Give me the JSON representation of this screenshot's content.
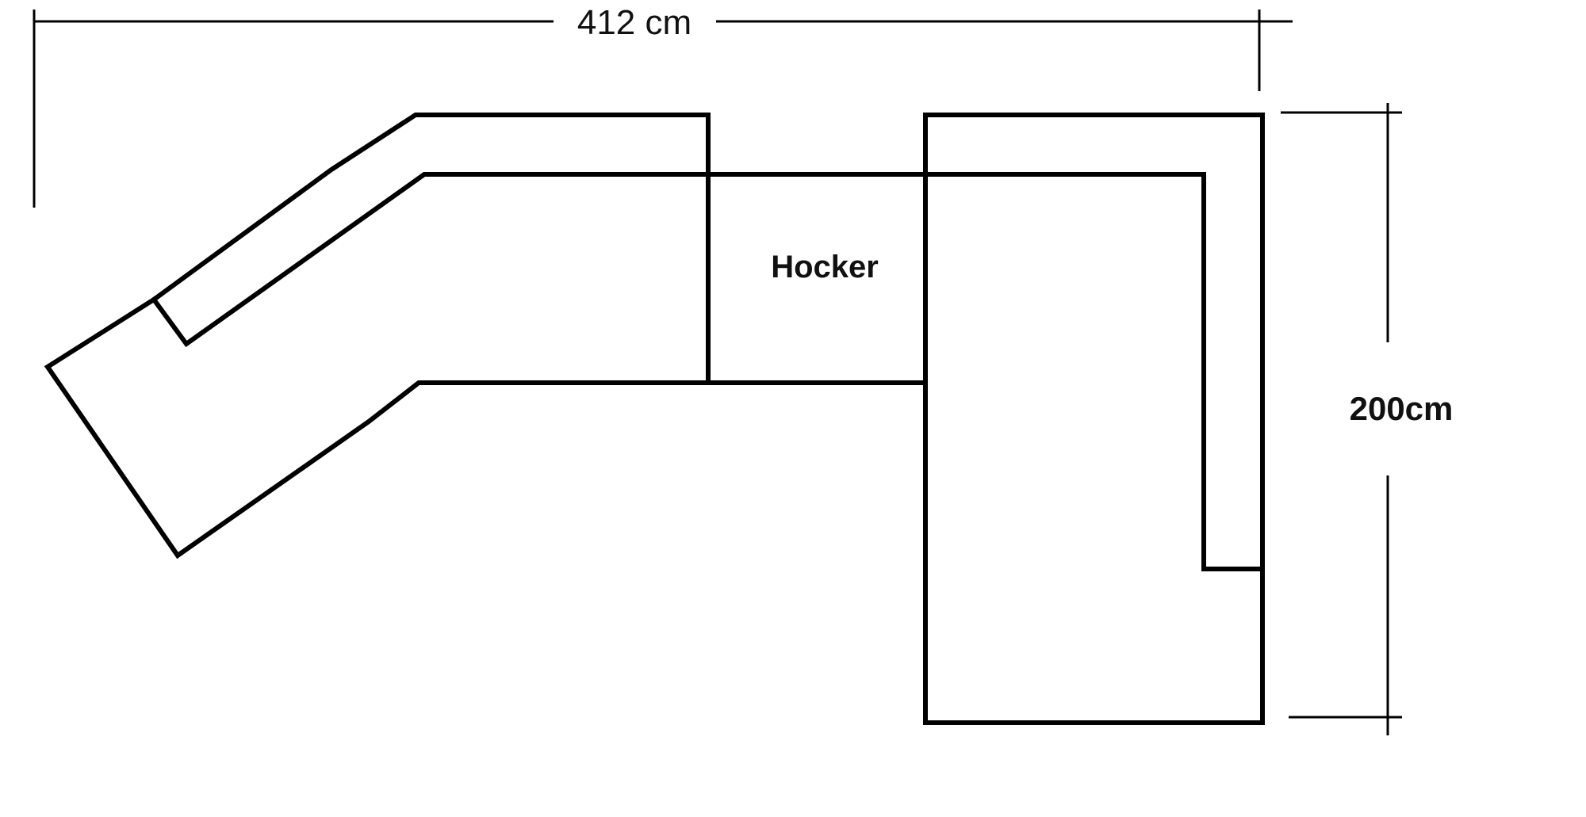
{
  "dimensions": {
    "width_label": "412 cm",
    "height_label": "200cm"
  },
  "modules": {
    "ottoman_label": "Hocker"
  },
  "colors": {
    "line": "#000000",
    "background": "#ffffff"
  }
}
